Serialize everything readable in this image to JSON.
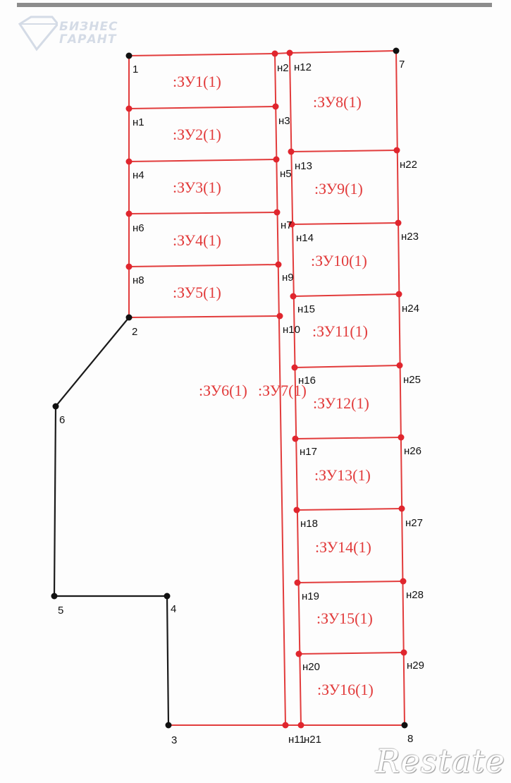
{
  "brand": {
    "line1": "БИЗНЕС",
    "line2": "ГАРАНТ"
  },
  "watermark": "Restate",
  "colors": {
    "plot_line": "#e23c3c",
    "boundary_line": "#1a1a1a",
    "vertex_red": "#e0262e",
    "vertex_black": "#111111"
  },
  "labels": {
    "p1": "1",
    "p2": "2",
    "p3": "3",
    "p4": "4",
    "p5": "5",
    "p6": "6",
    "p7": "7",
    "p8": "8",
    "n1": "н1",
    "n2": "н2",
    "n3": "н3",
    "n4": "н4",
    "n5": "н5",
    "n6": "н6",
    "n7": "н7",
    "n8": "н8",
    "n9": "н9",
    "n10": "н10",
    "n11": "н11",
    "n12": "н12",
    "n13": "н13",
    "n14": "н14",
    "n15": "н15",
    "n16": "н16",
    "n17": "н17",
    "n18": "н18",
    "n19": "н19",
    "n20": "н20",
    "n21": "н21",
    "n22": "н22",
    "n23": "н23",
    "n24": "н24",
    "n25": "н25",
    "n26": "н26",
    "n27": "н27",
    "n28": "н28",
    "n29": "н29"
  },
  "plots": {
    "zu1": ":ЗУ1(1)",
    "zu2": ":ЗУ2(1)",
    "zu3": ":ЗУ3(1)",
    "zu4": ":ЗУ4(1)",
    "zu5": ":ЗУ5(1)",
    "zu6": ":ЗУ6(1)",
    "zu7": ":ЗУ7(1)",
    "zu8": ":ЗУ8(1)",
    "zu9": ":ЗУ9(1)",
    "zu10": ":ЗУ10(1)",
    "zu11": ":ЗУ11(1)",
    "zu12": ":ЗУ12(1)",
    "zu13": ":ЗУ13(1)",
    "zu14": ":ЗУ14(1)",
    "zu15": ":ЗУ15(1)",
    "zu16": ":ЗУ16(1)"
  }
}
